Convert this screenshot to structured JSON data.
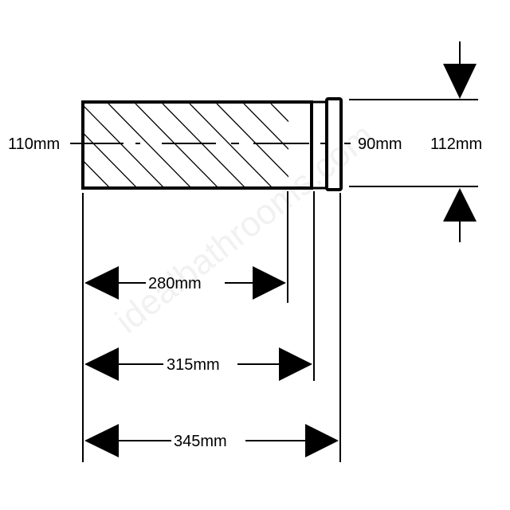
{
  "title": "Pipe extension dimensions",
  "watermark": "idealbathrooms.com",
  "labels": {
    "outer_diameter": "110mm",
    "inner_diameter": "90mm",
    "ring_diameter": "112mm",
    "length_body": "280mm",
    "length_collar": "315mm",
    "length_total": "345mm"
  },
  "colors": {
    "line": "#000000",
    "background": "#ffffff"
  }
}
